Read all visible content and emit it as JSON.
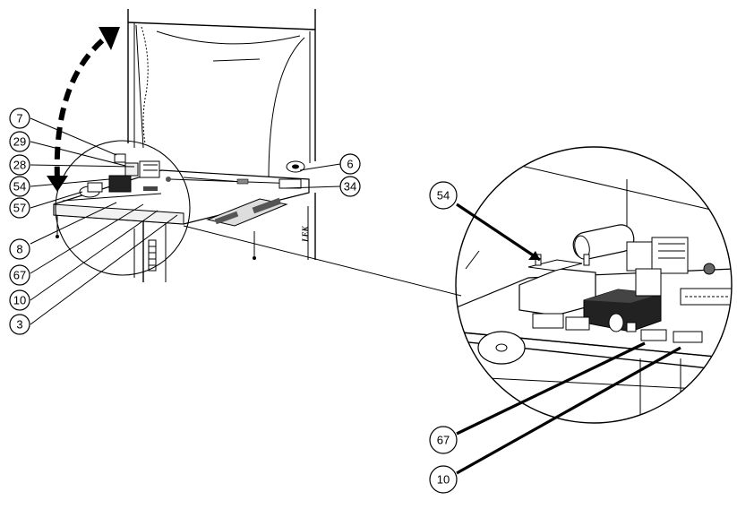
{
  "callouts_overview": [
    {
      "id": "c7",
      "label": "7"
    },
    {
      "id": "c29",
      "label": "29"
    },
    {
      "id": "c28",
      "label": "28"
    },
    {
      "id": "c54",
      "label": "54"
    },
    {
      "id": "c57",
      "label": "57"
    },
    {
      "id": "c8",
      "label": "8"
    },
    {
      "id": "c67",
      "label": "67"
    },
    {
      "id": "c10",
      "label": "10"
    },
    {
      "id": "c3",
      "label": "3"
    },
    {
      "id": "c6",
      "label": "6"
    },
    {
      "id": "c34",
      "label": "34"
    }
  ],
  "callouts_detail": [
    {
      "id": "d54",
      "label": "54"
    },
    {
      "id": "d67",
      "label": "67"
    },
    {
      "id": "d10",
      "label": "10"
    }
  ],
  "marking": "LEK"
}
